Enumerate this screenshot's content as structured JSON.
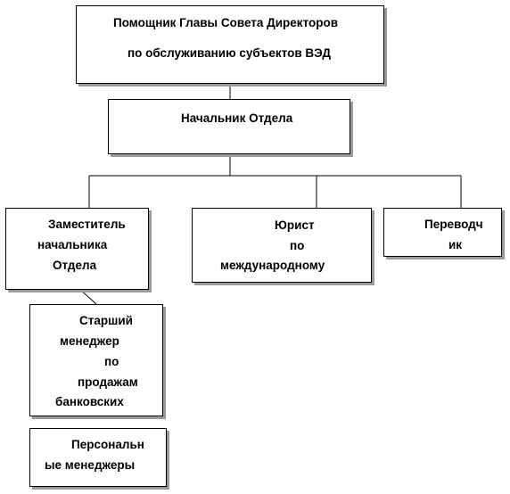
{
  "nodes": {
    "assistant": {
      "line1": "Помощник Главы Совета Директоров",
      "line2": "по обслуживанию субъектов ВЭД"
    },
    "head": {
      "line1": "Начальник Отдела"
    },
    "deputy": {
      "line1": "Заместитель",
      "line2": "начальника",
      "line3": "Отдела"
    },
    "lawyer": {
      "line1": "Юрист",
      "line2": "по",
      "line3": "международному"
    },
    "translator": {
      "line1": "Переводч",
      "line2": "ик"
    },
    "senior_manager": {
      "line1": "Старший",
      "line2": "менеджер",
      "line3": "по",
      "line4": "продажам",
      "line5": "банковских"
    },
    "personal_managers": {
      "line1": "Персональн",
      "line2": "ые менеджеры"
    }
  },
  "colors": {
    "line": "#000000",
    "border": "#000000",
    "shadow": "#9a9a9a"
  }
}
